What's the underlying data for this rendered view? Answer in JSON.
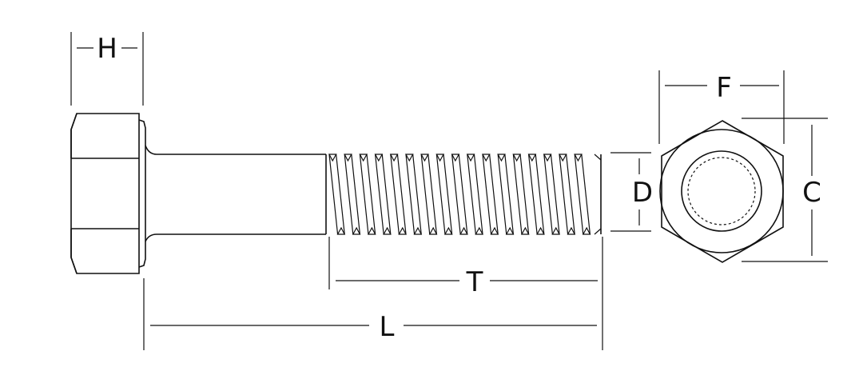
{
  "diagram": {
    "subject": "hex-bolt",
    "labels": {
      "H": "H",
      "F": "F",
      "D": "D",
      "C": "C",
      "T": "T",
      "L": "L"
    },
    "colors": {
      "line": "#111111",
      "background": "#ffffff"
    }
  }
}
